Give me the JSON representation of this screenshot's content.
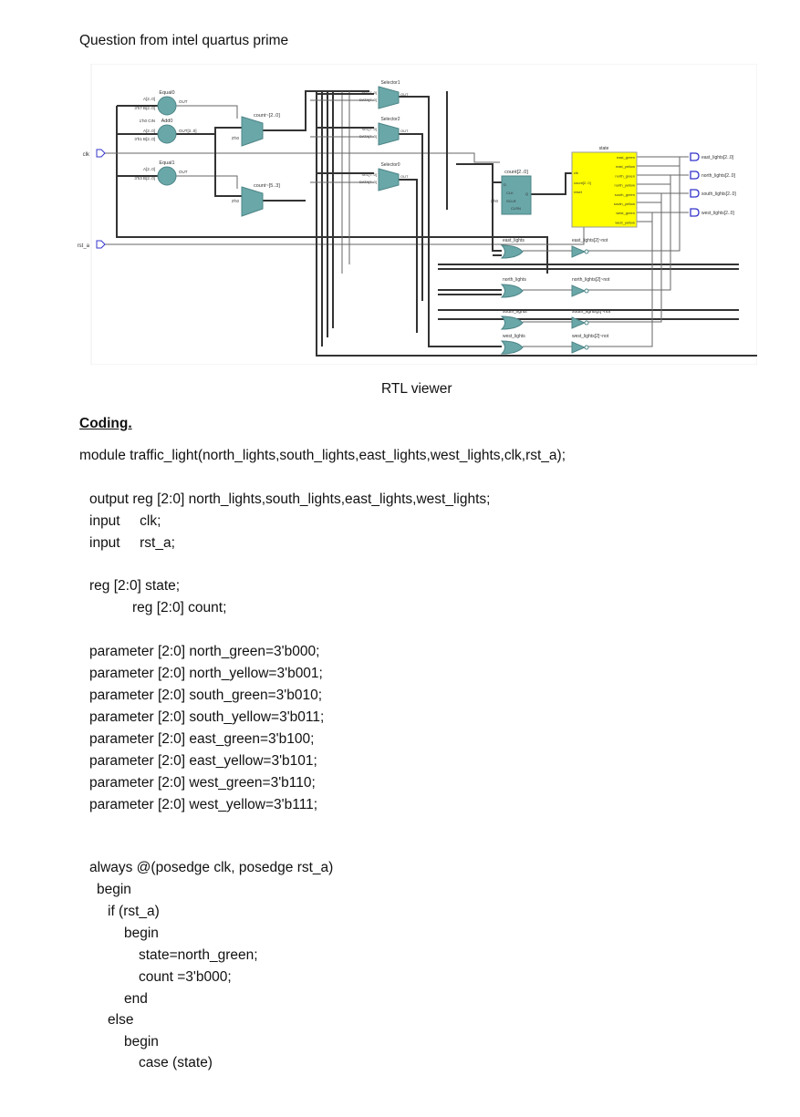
{
  "heading": "Question from intel quartus prime",
  "diagram": {
    "caption": "RTL viewer",
    "inputs": [
      "clk",
      "rst_a"
    ],
    "outputs": [
      "east_lights[2..0]",
      "north_lights[2..0]",
      "south_lights[2..0]",
      "west_lights[2..0]"
    ],
    "comparators": [
      {
        "name": "Equal0",
        "a": "A[2..0]",
        "b": "3'h7  B[2..0]",
        "out": "OUT"
      },
      {
        "name": "Add0",
        "cin": "1'h0  CIN",
        "a": "A[2..0]",
        "b": "3'h1  B[2..0]",
        "out": "OUT[2..0]"
      },
      {
        "name": "Equal1",
        "a": "A[2..0]",
        "b": "3'h3  B[2..0]",
        "out": "OUT"
      }
    ],
    "muxes": [
      {
        "name": "count~[2..0]",
        "const": "3'h0"
      },
      {
        "name": "count~[5..3]",
        "const": "3'h0"
      }
    ],
    "selectors": [
      {
        "name": "Selector1",
        "sel": "SEL[7..0]",
        "data": "DATA[7..0]",
        "out": "OUT"
      },
      {
        "name": "Selector2",
        "sel": "SEL[7..0]",
        "data": "DATA[7..0]",
        "out": "OUT"
      },
      {
        "name": "Selector0",
        "sel": "SEL[7..0]",
        "data": "DATA[7..0]",
        "out": "OUT"
      }
    ],
    "register": {
      "name": "count[2..0]",
      "const": "3'h0",
      "pins": [
        "D",
        "CLK",
        "SCLR",
        "CLRN",
        "Q"
      ]
    },
    "state_machine": {
      "name": "state",
      "inputs": [
        "clk",
        "count[2..0]",
        "reset"
      ],
      "outputs": [
        "east_green",
        "east_yellow",
        "north_green",
        "north_yellow",
        "south_green",
        "south_yellow",
        "west_green",
        "west_yellow"
      ],
      "color": "#ffff00"
    },
    "or_gates": [
      "east_lights",
      "north_lights",
      "south_lights",
      "west_lights"
    ],
    "not_gates": [
      "east_lights[2]~not",
      "north_lights[2]~not",
      "south_lights[2]~not",
      "west_lights[2]~not"
    ],
    "block_color": "#6aa7a9",
    "port_color": "#3333cc"
  },
  "coding_heading": "Coding.",
  "code_lines": [
    "module traffic_light(north_lights,south_lights,east_lights,west_lights,clk,rst_a);",
    "output reg [2:0] north_lights,south_lights,east_lights,west_lights;",
    "input     clk;",
    "input     rst_a;",
    "reg [2:0] state;",
    "reg [2:0] count;",
    "parameter [2:0] north_green=3'b000;",
    "parameter [2:0] north_yellow=3'b001;",
    "parameter [2:0] south_green=3'b010;",
    "parameter [2:0] south_yellow=3'b011;",
    "parameter [2:0] east_green=3'b100;",
    "parameter [2:0] east_yellow=3'b101;",
    "parameter [2:0] west_green=3'b110;",
    "parameter [2:0] west_yellow=3'b111;",
    "always @(posedge clk, posedge rst_a)",
    "begin",
    "if (rst_a)",
    "begin",
    "state=north_green;",
    "count =3'b000;",
    "end",
    "else",
    "begin",
    "case (state)"
  ]
}
